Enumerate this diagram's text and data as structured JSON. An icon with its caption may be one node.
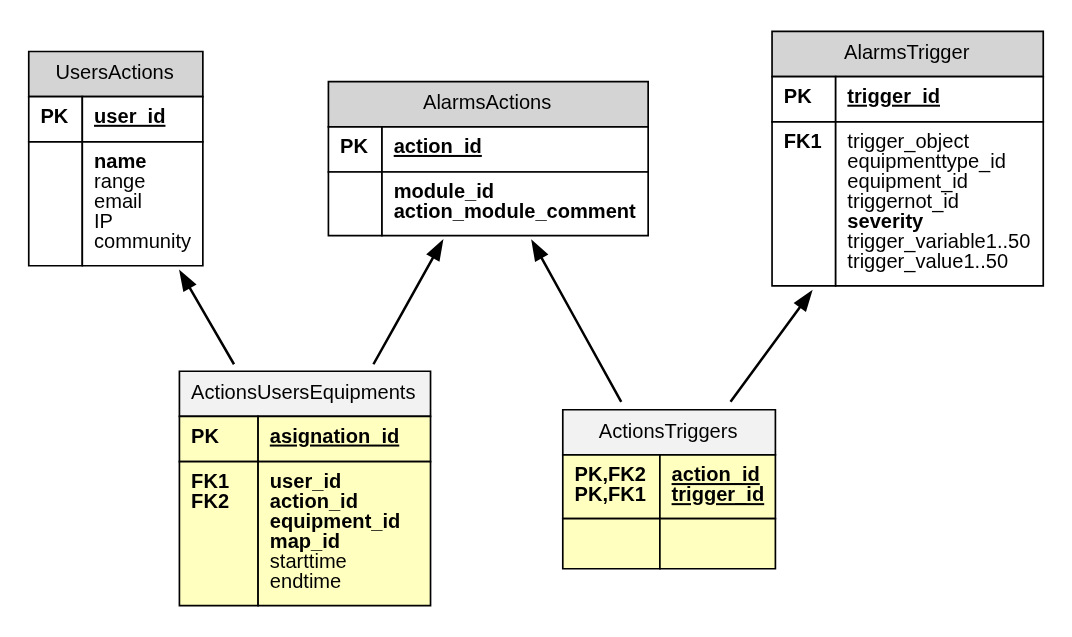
{
  "diagram": {
    "nodes": [
      {
        "text": [
          "ActionsUsersEquipments",
          "PK",
          "asignation_id",
          "FK1 FK2",
          "**user_id** **action_id** **equipment_id** **map_id** starttime endtime"
        ]
      },
      {
        "text": [
          "AlarmsActions",
          "PK",
          "action_id",
          "**module_id** **action_module_comment**"
        ]
      },
      {
        "text": [
          "AlarmsTrigger",
          "PK",
          "trigger_id",
          "FK1",
          "trigger_object equipmenttype_id equipment_id triggernot_id **severity** trigger_variable1..50 trigger_value1..50"
        ]
      },
      {
        "text": [
          "UsersActions",
          "PK",
          "user_id",
          "**name** range email IP community"
        ]
      },
      {
        "text": [
          "ActionsTriggers",
          "PK,FK2 PK,FK1",
          "action_id trigger_id"
        ]
      }
    ],
    "edges": [
      {
        "from": 0,
        "to": 1,
        "arrow": "to"
      },
      {
        "from": 0,
        "to": 3,
        "arrow": "to"
      },
      {
        "from": 4,
        "to": 1,
        "arrow": "to"
      },
      {
        "from": 4,
        "to": 2,
        "arrow": "to"
      }
    ]
  }
}
